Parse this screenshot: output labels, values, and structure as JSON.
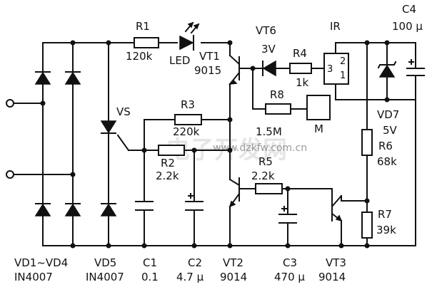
{
  "components": {
    "r1_name": "R1",
    "r1_value": "120k",
    "led": "LED",
    "vt1_name": "VT1",
    "vt1_type": "9015",
    "vt6": "VT6",
    "vt6_voltage": "3V",
    "ir": "IR",
    "ir_pin3": "3",
    "ir_pin2": "2",
    "ir_pin1": "1",
    "c4_name": "C4",
    "c4_value": "100 μ",
    "r4_name": "R4",
    "r4_value": "1k",
    "r8_name": "R8",
    "vs": "VS",
    "r3_name": "R3",
    "r3_value": "220k",
    "r8_value": "1.5M",
    "motor": "M",
    "vd7_name": "VD7",
    "vd7_value": "5V",
    "r6_name": "R6",
    "r6_value": "68k",
    "r2_name": "R2",
    "r2_value": "2.2k",
    "r5_name": "R5",
    "r5_value": "2.2k",
    "r7_name": "R7",
    "r7_value": "39k"
  },
  "bottom_labels": {
    "vd1_4_name": "VD1~VD4",
    "vd1_4_type": "IN4007",
    "vd5_name": "VD5",
    "vd5_type": "IN4007",
    "c1_name": "C1",
    "c1_value": "0.1",
    "c2_name": "C2",
    "c2_value": "4.7 μ",
    "vt2_name": "VT2",
    "vt2_type": "9014",
    "c3_name": "C3",
    "c3_value": "470 μ",
    "vt3_name": "VT3",
    "vt3_type": "9014"
  },
  "watermark": {
    "url": "www.dzkfw.com.cn",
    "brand": "电子开发网"
  }
}
